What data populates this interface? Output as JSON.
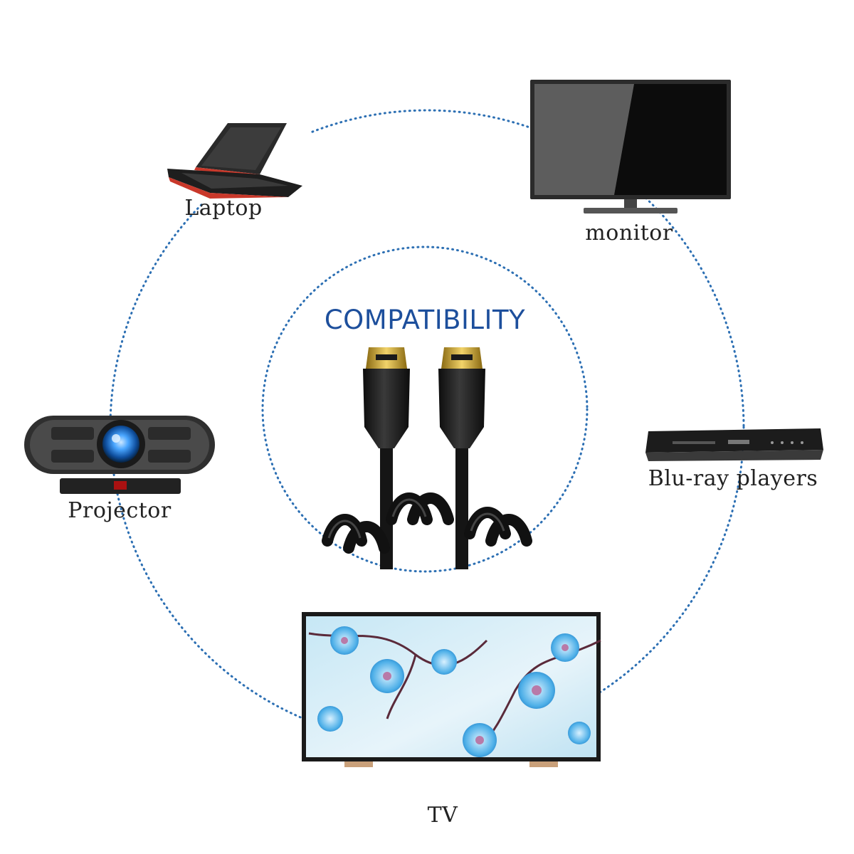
{
  "center": {
    "title": "COMPATIBILITY",
    "title_color": "#1d4f9c",
    "image": "coiled-hdmi-cable"
  },
  "ring_color": "#2c6fb3",
  "devices": [
    {
      "key": "laptop",
      "label": "Laptop",
      "icon": "laptop-icon"
    },
    {
      "key": "monitor",
      "label": "monitor",
      "icon": "monitor-icon"
    },
    {
      "key": "projector",
      "label": "Projector",
      "icon": "projector-icon"
    },
    {
      "key": "bluray",
      "label": "Blu-ray players",
      "icon": "bluray-player-icon"
    },
    {
      "key": "tv",
      "label": "TV",
      "icon": "tv-icon"
    }
  ]
}
